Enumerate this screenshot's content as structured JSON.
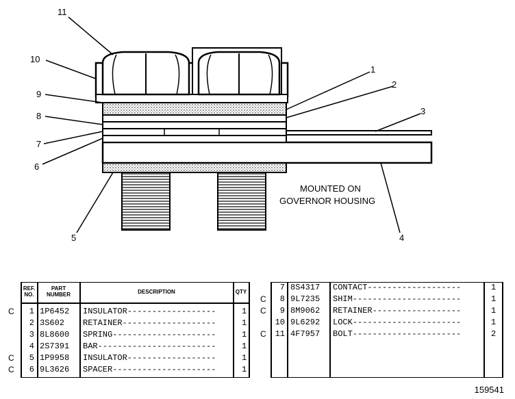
{
  "diagram": {
    "callouts": [
      "1",
      "2",
      "3",
      "4",
      "5",
      "6",
      "7",
      "8",
      "9",
      "10",
      "11"
    ],
    "note": [
      "MOUNTED ON",
      "GOVERNOR HOUSING"
    ]
  },
  "table_left": {
    "headers": {
      "ref": [
        "REF.",
        "NO."
      ],
      "part": [
        "PART",
        "NUMBER"
      ],
      "desc": "DESCRIPTION",
      "qty": "QTY"
    },
    "rows": [
      {
        "c": "C",
        "ref": "1",
        "part": "1P6452",
        "desc": "INSULATOR------------------",
        "qty": "1"
      },
      {
        "c": "",
        "ref": "2",
        "part": "3S602",
        "desc": "RETAINER-------------------",
        "qty": "1"
      },
      {
        "c": "",
        "ref": "3",
        "part": "8L8600",
        "desc": "SPRING---------------------",
        "qty": "1"
      },
      {
        "c": "",
        "ref": "4",
        "part": "2S7391",
        "desc": "BAR------------------------",
        "qty": "1"
      },
      {
        "c": "C",
        "ref": "5",
        "part": "1P9958",
        "desc": "INSULATOR------------------",
        "qty": "1"
      },
      {
        "c": "C",
        "ref": "6",
        "part": "9L3626",
        "desc": "SPACER---------------------",
        "qty": "1"
      }
    ]
  },
  "table_right": {
    "rows": [
      {
        "c": "",
        "ref": "7",
        "part": "8S4317",
        "desc": "CONTACT-------------------",
        "qty": "1"
      },
      {
        "c": "C",
        "ref": "8",
        "part": "9L7235",
        "desc": "SHIM----------------------",
        "qty": "1"
      },
      {
        "c": "C",
        "ref": "9",
        "part": "8M9062",
        "desc": "RETAINER------------------",
        "qty": "1"
      },
      {
        "c": "",
        "ref": "10",
        "part": "9L6292",
        "desc": "LOCK----------------------",
        "qty": "1"
      },
      {
        "c": "C",
        "ref": "11",
        "part": "4F7957",
        "desc": "BOLT----------------------",
        "qty": "2"
      }
    ]
  },
  "figure_number": "159541"
}
